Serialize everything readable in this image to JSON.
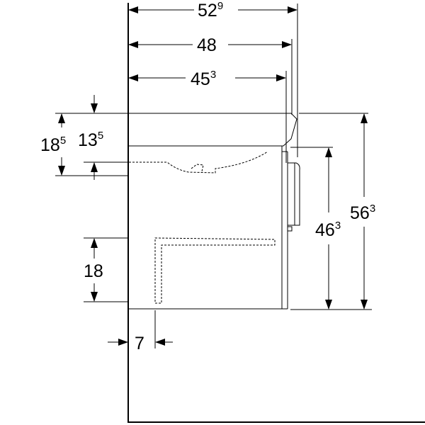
{
  "dimensions": {
    "width_total": {
      "base": "52",
      "sup": "9"
    },
    "width_basin": {
      "base": "48",
      "sup": ""
    },
    "width_cabinet": {
      "base": "45",
      "sup": "3"
    },
    "height_top": {
      "base": "18",
      "sup": "5"
    },
    "height_basin": {
      "base": "13",
      "sup": "5"
    },
    "height_drawer": {
      "base": "18",
      "sup": ""
    },
    "height_cabinet": {
      "base": "46",
      "sup": "3"
    },
    "height_total": {
      "base": "56",
      "sup": "3"
    },
    "wall_gap": {
      "base": "7",
      "sup": ""
    }
  }
}
